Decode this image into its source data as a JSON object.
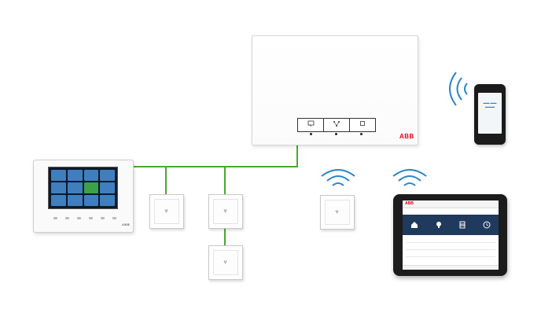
{
  "access_point": {
    "logo": "ABB",
    "buttons": [
      "display-icon",
      "network-icon",
      "square-icon"
    ]
  },
  "touch_panel": {
    "logo": "ABB",
    "tiles": [
      "lit",
      "lit",
      "lit",
      "lit",
      "lit",
      "lit",
      "green",
      "lit",
      "lit",
      "lit",
      "lit",
      "lit"
    ]
  },
  "tablet": {
    "logo": "ABB",
    "tiles": [
      "home-icon",
      "bulb-icon",
      "blind-icon",
      "clock-icon"
    ]
  },
  "colors": {
    "wire": "#4aa832",
    "wifi": "#2a86c8",
    "brand": "#e2001a"
  }
}
